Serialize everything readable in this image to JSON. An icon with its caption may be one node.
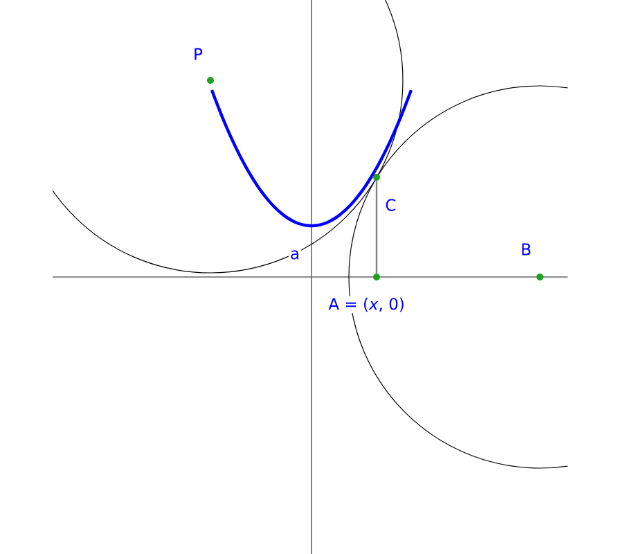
{
  "diagram": {
    "nodes": [
      {
        "text": [],
        "shape": "circle",
        "beside": [
          "P"
        ]
      },
      {
        "text": [],
        "shape": "circle",
        "beside": [
          "C"
        ]
      },
      {
        "text": [],
        "shape": "circle",
        "beside": [
          "B"
        ]
      },
      {
        "text": [],
        "shape": "circle",
        "beside": [
          "A = (*x*, 0)"
        ]
      }
    ],
    "edges": [
      {
        "from": 1,
        "to": 3,
        "arrow": "none"
      }
    ],
    "labels": [
      "a"
    ]
  }
}
